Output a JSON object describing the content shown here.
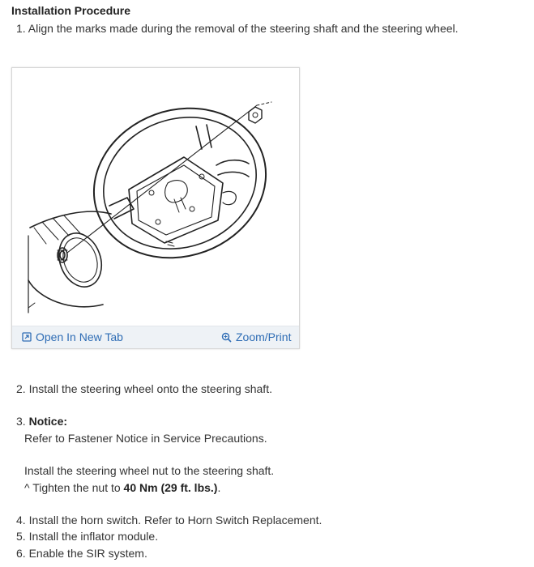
{
  "heading": "Installation Procedure",
  "steps": {
    "s1": "1. Align the marks made during the removal of the steering shaft and the steering wheel.",
    "s2": "2. Install the steering wheel onto the steering shaft.",
    "s3_num": "3. ",
    "s3_notice": "Notice:",
    "s3_refer": "Refer to Fastener Notice in Service Precautions.",
    "s3_install": "Install the steering wheel nut to the steering shaft.",
    "s3_tighten_prefix": "^  Tighten the nut to ",
    "s3_tighten_value": "40 Nm (29 ft. lbs.)",
    "s3_tighten_suffix": ".",
    "s4": "4. Install the horn switch. Refer to Horn Switch Replacement.",
    "s5": "5. Install the inflator module.",
    "s6": "6. Enable the SIR system."
  },
  "figure": {
    "open_tab_label": "Open In New Tab",
    "zoom_label": "Zoom/Print",
    "link_color": "#2f6db5",
    "icons": [
      "open-new-tab-icon",
      "zoom-icon"
    ]
  }
}
